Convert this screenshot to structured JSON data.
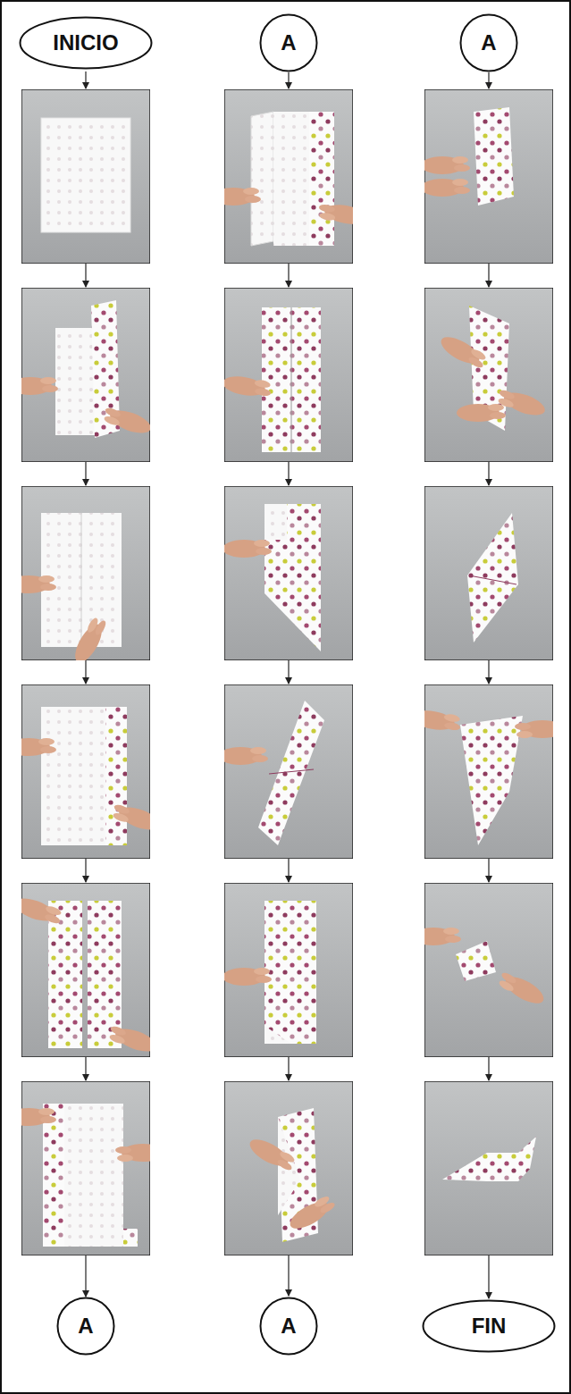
{
  "diagram": {
    "nodes": [
      {
        "text": [
          "INICIO"
        ]
      },
      {
        "text": [
          "A"
        ]
      },
      {
        "text": [
          "A"
        ]
      },
      {
        "text": [
          "A"
        ]
      },
      {
        "text": [
          "A"
        ]
      },
      {
        "text": [
          "FIN"
        ]
      }
    ]
  }
}
